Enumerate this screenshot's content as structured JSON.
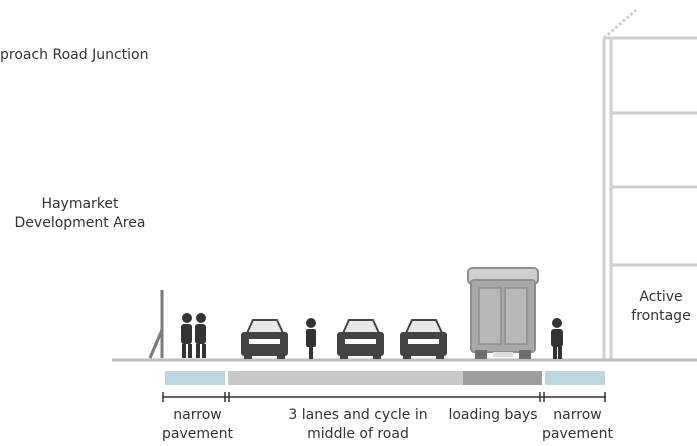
{
  "title": "proach Road Junction",
  "left_area_label": "Haymarket\nDevelopment Area",
  "right_area_label": "Active\nfrontage",
  "section_labels": [
    "narrow\npavement",
    "3 lanes and cycle in\nmiddle of road",
    "loading bays",
    "narrow\npavement"
  ],
  "colors": {
    "pavement": "#bcd7df",
    "road": "#c9c9c9",
    "loading": "#9e9e9e",
    "vehicle": "#444444",
    "van": "#a8a8a8",
    "building": "#cfcfcf"
  }
}
